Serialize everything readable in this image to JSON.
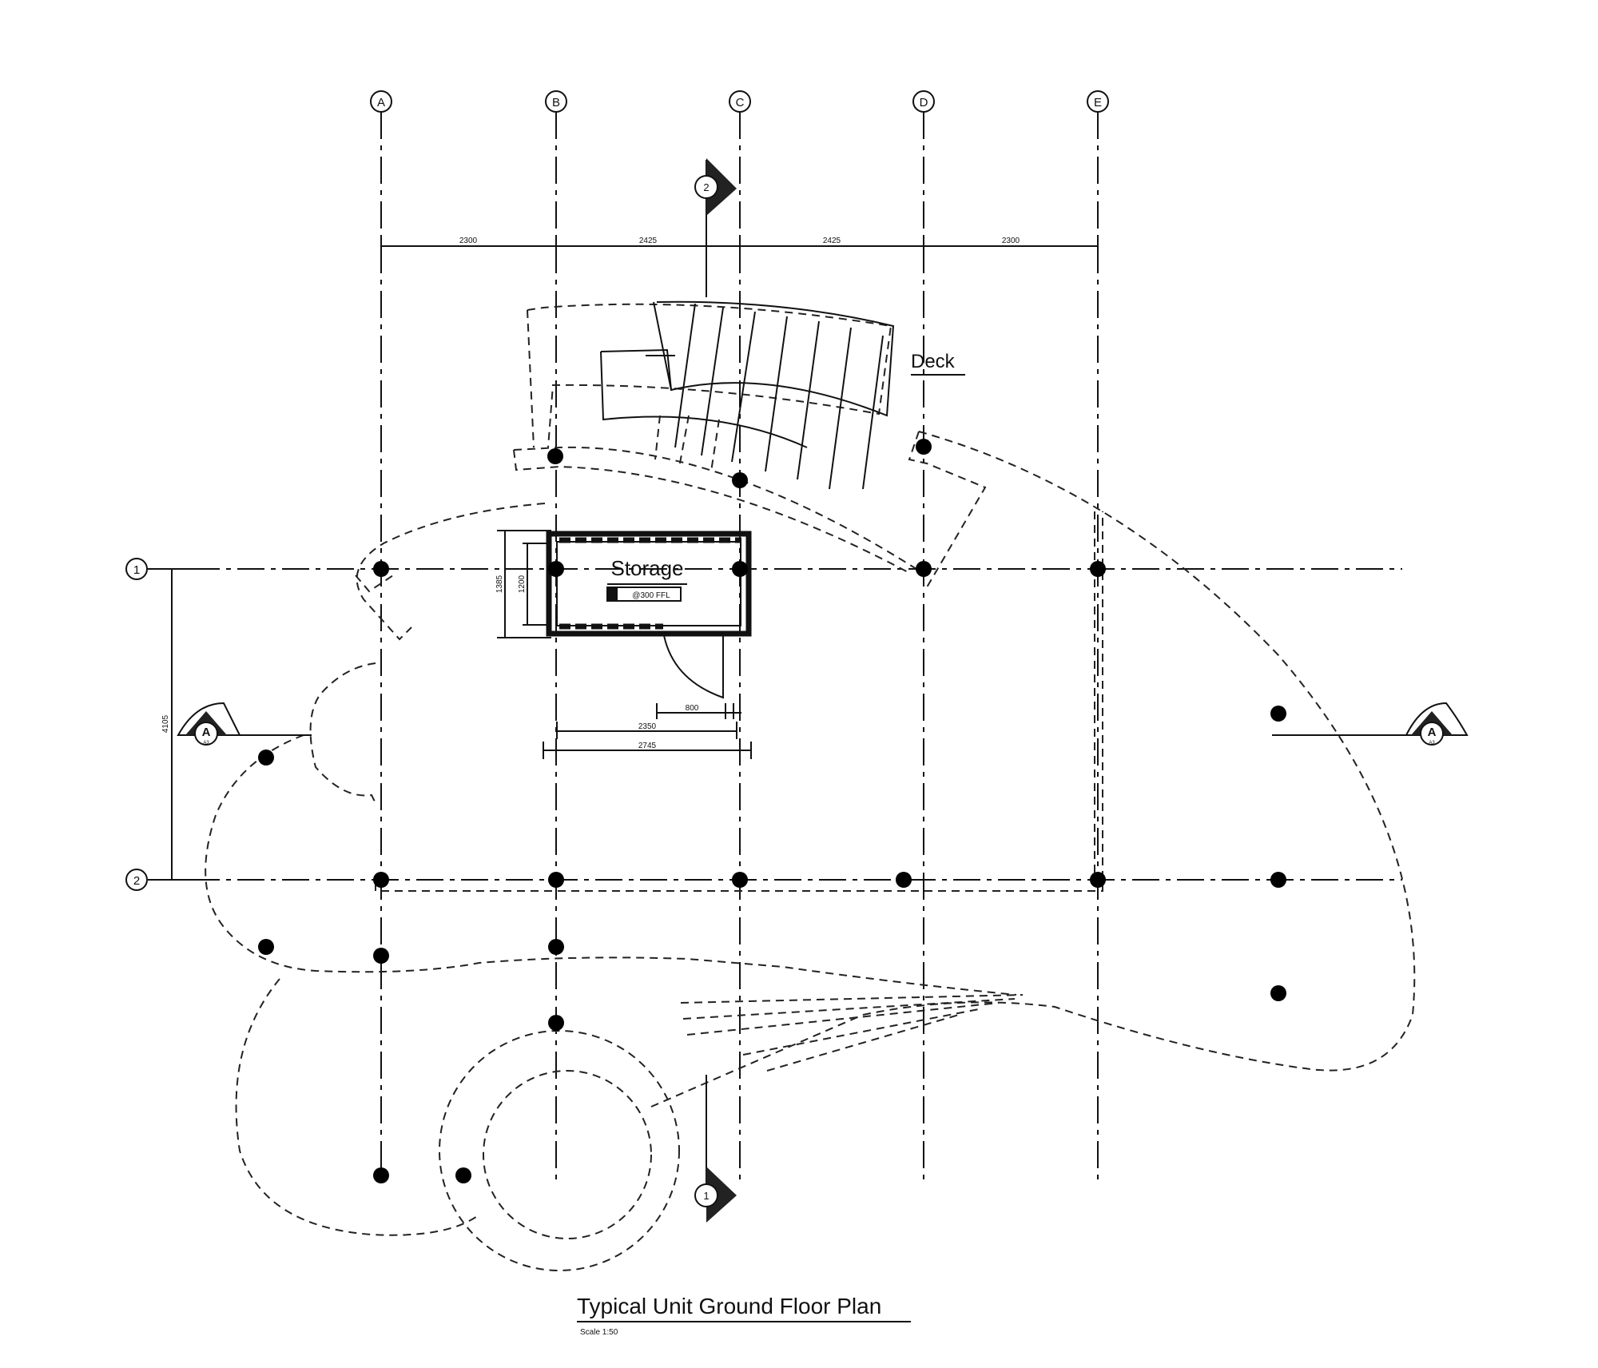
{
  "drawing": {
    "title": "Typical Unit Ground Floor Plan",
    "scale": "Scale 1:50"
  },
  "grid": {
    "columns": [
      "A",
      "B",
      "C",
      "D",
      "E"
    ],
    "rows": [
      "1",
      "2"
    ]
  },
  "dimensions": {
    "top": [
      "2300",
      "2425",
      "2425",
      "2300"
    ],
    "left": "4105",
    "storage_height_outer": "1385",
    "storage_height_inner": "1200",
    "door_width": "800",
    "storage_inner_width": "2350",
    "storage_outer_width": "2745"
  },
  "rooms": {
    "storage_name": "Storage",
    "storage_level": "@300 FFL",
    "deck": "Deck"
  },
  "sections": {
    "ab_label": "A",
    "cd_label_top": "2",
    "cd_label_bottom": "1",
    "sheet_ref": "A3"
  },
  "colors": {
    "ink": "#111111",
    "paper": "#ffffff"
  }
}
